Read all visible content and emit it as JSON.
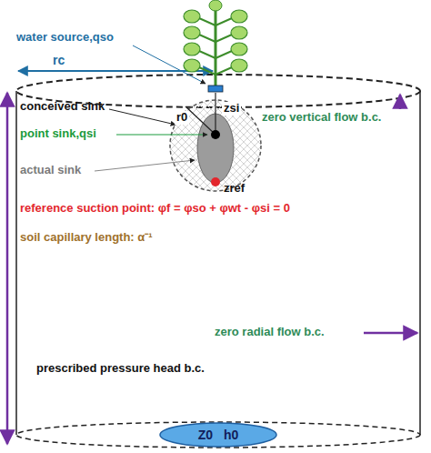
{
  "diagram": {
    "nodes": [
      {
        "text": [
          "Z0",
          "h0"
        ]
      }
    ],
    "labels": [
      "water source,qso",
      "rc",
      "conceived sink",
      "r0",
      "point sink,qsi",
      "zsi",
      "actual sink",
      "zref",
      "reference suction point: φf = φso + φwt - φsi = 0",
      "soil capillary length: α⁻¹",
      "zero vertical flow b.c.",
      "zero radial flow b.c.",
      "prescribed pressure head b.c."
    ]
  }
}
